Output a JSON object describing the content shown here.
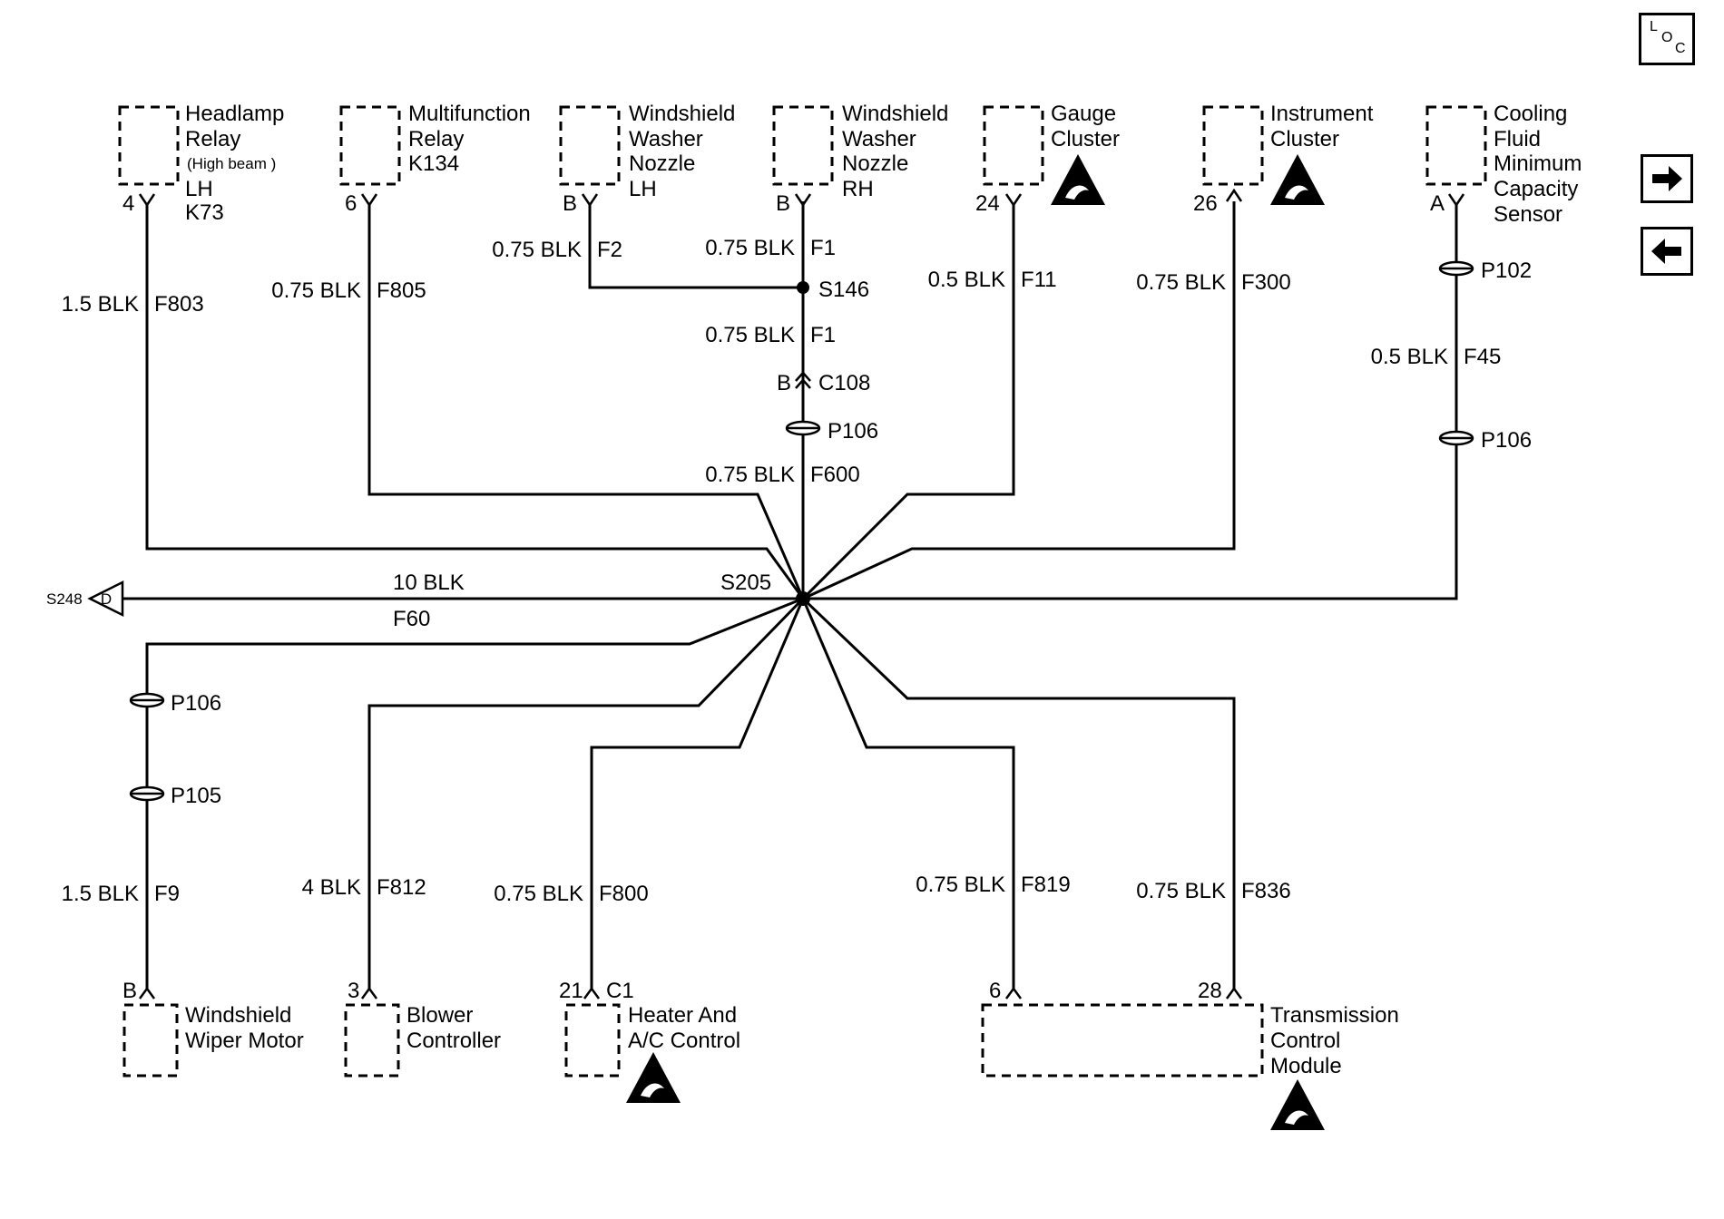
{
  "components": {
    "headlamp_relay": {
      "lines": [
        "Headlamp",
        "Relay",
        "LH",
        "K73"
      ],
      "sub": "(High beam )",
      "pin": "4"
    },
    "multifunction_relay": {
      "lines": [
        "Multifunction",
        "Relay",
        "K134"
      ],
      "pin": "6"
    },
    "washer_nozzle_lh": {
      "lines": [
        "Windshield",
        "Washer",
        "Nozzle",
        "LH"
      ],
      "pin": "B"
    },
    "washer_nozzle_rh": {
      "lines": [
        "Windshield",
        "Washer",
        "Nozzle",
        "RH"
      ],
      "pin": "B"
    },
    "gauge_cluster": {
      "lines": [
        "Gauge",
        "Cluster"
      ],
      "pin": "24"
    },
    "instrument_cluster": {
      "lines": [
        "Instrument",
        "Cluster"
      ],
      "pin": "26"
    },
    "cooling_fluid_sensor": {
      "lines": [
        "Cooling",
        "Fluid",
        "Minimum",
        "Capacity",
        "Sensor"
      ],
      "pin": "A"
    },
    "wiper_motor": {
      "lines": [
        "Windshield",
        "Wiper Motor"
      ],
      "pin": "B"
    },
    "blower_controller": {
      "lines": [
        "Blower",
        "Controller"
      ],
      "pin": "3"
    },
    "heater_ac_control": {
      "lines": [
        "Heater And",
        "A/C Control"
      ],
      "pin": "21",
      "connector": "C1"
    },
    "tcm": {
      "lines": [
        "Transmission",
        "Control",
        "Module"
      ],
      "pin_left": "6",
      "pin_right": "28"
    }
  },
  "wires": {
    "f803": {
      "gauge": "1.5 BLK",
      "circuit": "F803"
    },
    "f805": {
      "gauge": "0.75 BLK",
      "circuit": "F805"
    },
    "f2": {
      "gauge": "0.75 BLK",
      "circuit": "F2"
    },
    "f1_top": {
      "gauge": "0.75 BLK",
      "circuit": "F1"
    },
    "f1_bottom": {
      "gauge": "0.75 BLK",
      "circuit": "F1"
    },
    "f600": {
      "gauge": "0.75 BLK",
      "circuit": "F600"
    },
    "f11": {
      "gauge": "0.5 BLK",
      "circuit": "F11"
    },
    "f300": {
      "gauge": "0.75 BLK",
      "circuit": "F300"
    },
    "f45": {
      "gauge": "0.5 BLK",
      "circuit": "F45"
    },
    "f60": {
      "gauge": "10 BLK",
      "circuit": "F60"
    },
    "f9": {
      "gauge": "1.5 BLK",
      "circuit": "F9"
    },
    "f812": {
      "gauge": "4 BLK",
      "circuit": "F812"
    },
    "f800": {
      "gauge": "0.75 BLK",
      "circuit": "F800"
    },
    "f819": {
      "gauge": "0.75 BLK",
      "circuit": "F819"
    },
    "f836": {
      "gauge": "0.75 BLK",
      "circuit": "F836"
    }
  },
  "splices": {
    "s146": "S146",
    "s205": "S205",
    "s248": "S248",
    "s248_pin": "D"
  },
  "connectors": {
    "c108": "C108",
    "c108_pin": "B",
    "p106_mid": "P106",
    "p102": "P102",
    "p106_right": "P106",
    "p106_left": "P106",
    "p105": "P105"
  },
  "nav": {
    "loc_L": "L",
    "loc_O": "O",
    "loc_C": "C",
    "forward": "arrow-right-icon",
    "back": "arrow-left-icon"
  }
}
